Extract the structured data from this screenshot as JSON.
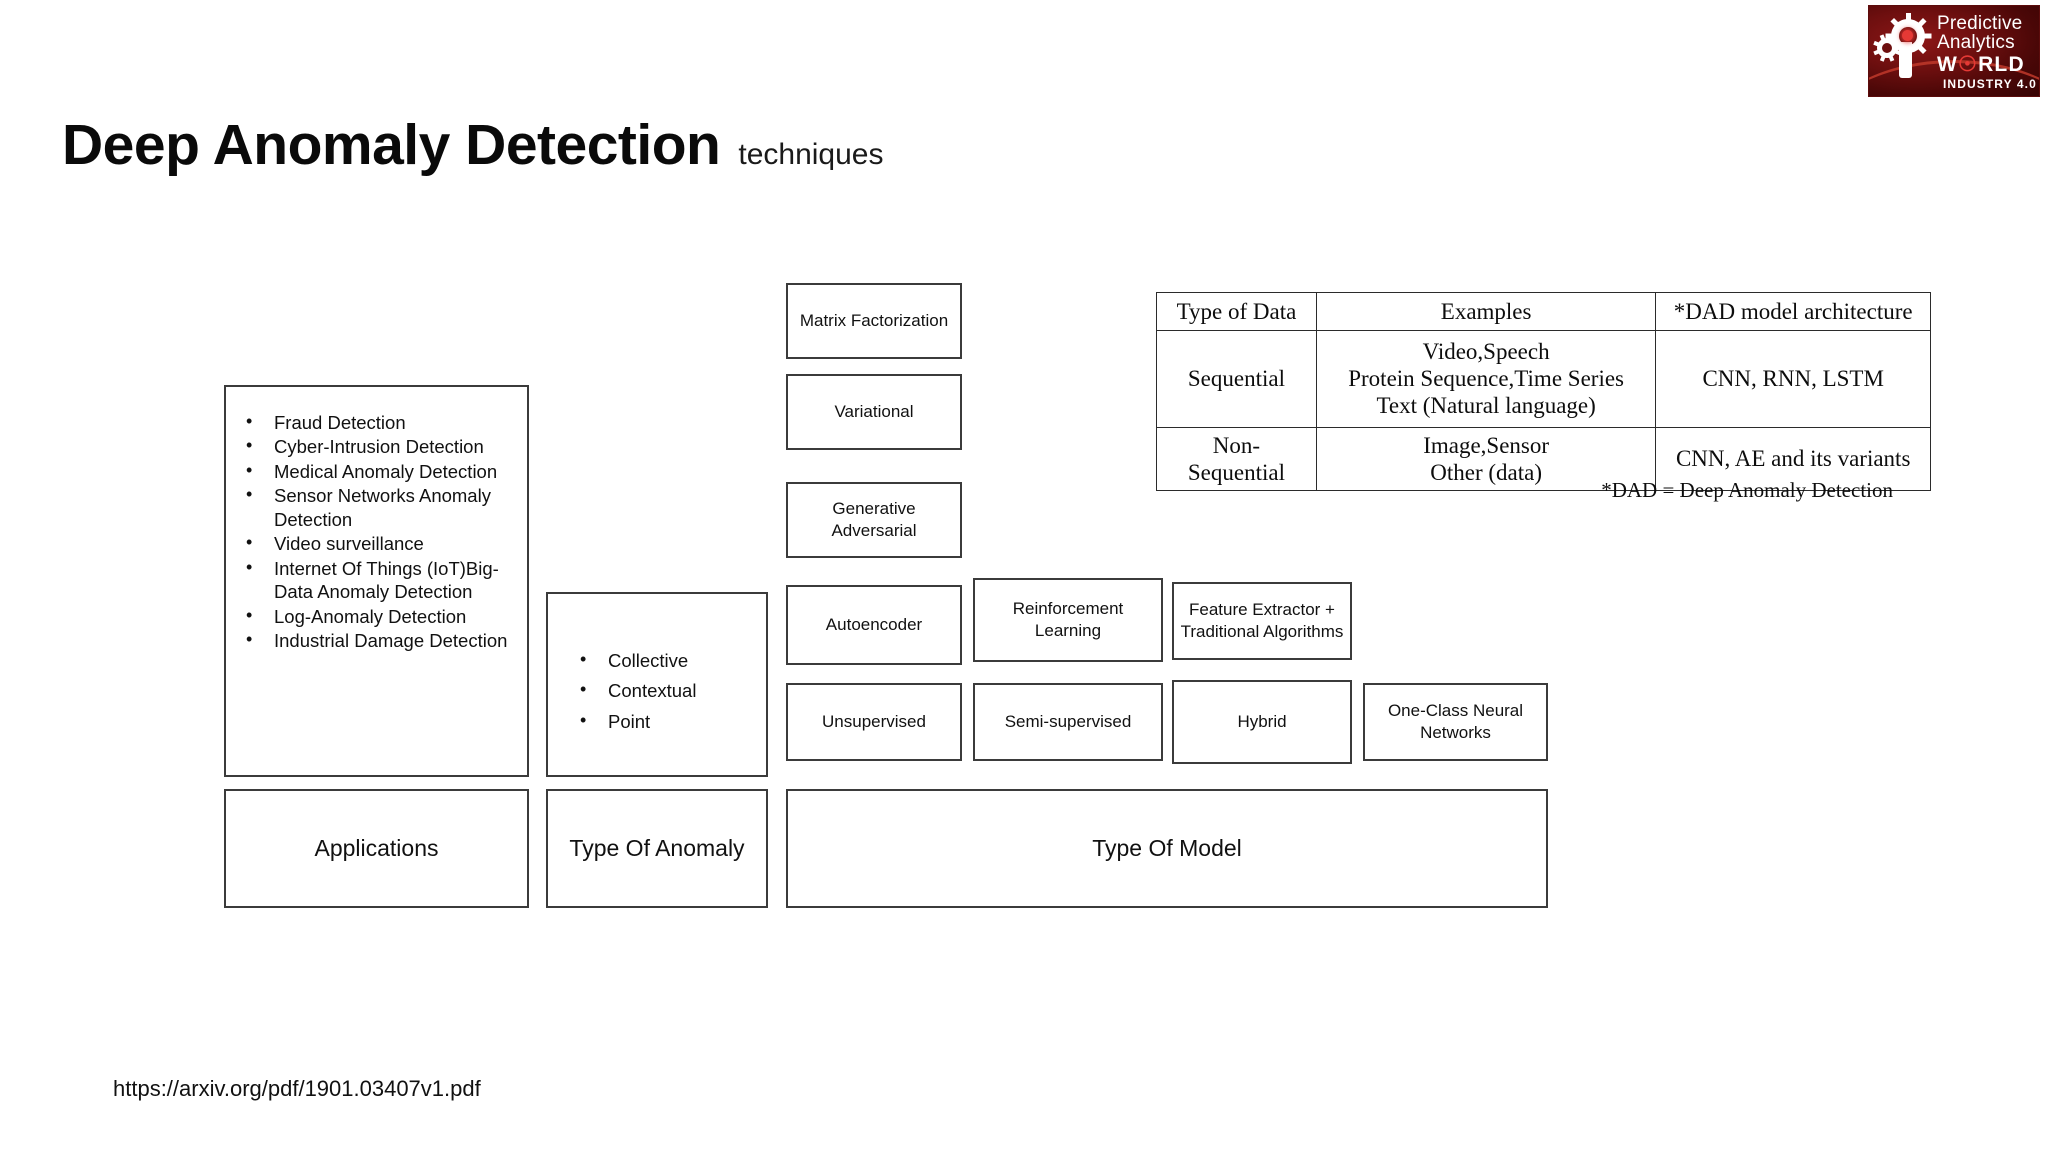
{
  "logo": {
    "line1": "Predictive",
    "line2": "Analytics",
    "line3_pre": "W",
    "line3_o": "☉",
    "line3_post": "RLD",
    "line4": "INDUSTRY 4.0",
    "brand_color": "#6d0f0f",
    "accent_color": "#e53935"
  },
  "title": {
    "main": "Deep Anomaly Detection",
    "sub": "techniques"
  },
  "applications": {
    "heading_label": "Applications",
    "items": [
      "Fraud Detection",
      "Cyber-Intrusion Detection",
      "Medical Anomaly Detection",
      "Sensor Networks Anomaly Detection",
      "Video surveillance",
      "Internet Of Things (IoT)Big- Data  Anomaly Detection",
      "Log-Anomaly Detection",
      "Industrial Damage Detection"
    ]
  },
  "anomaly_type": {
    "heading_label": "Type Of Anomaly",
    "items": [
      "Collective",
      "Contextual",
      "Point"
    ]
  },
  "model_type": {
    "heading_label": "Type Of Model",
    "boxes": [
      "Matrix Factorization",
      "Variational",
      "Generative Adversarial",
      "Autoencoder",
      "Reinforcement Learning",
      "Feature Extractor + Traditional Algorithms",
      "Unsupervised",
      "Semi-supervised",
      "Hybrid",
      "One-Class Neural Networks"
    ]
  },
  "data_table": {
    "headers": [
      "Type of Data",
      "Examples",
      "*DAD model architecture"
    ],
    "rows": [
      {
        "type": "Sequential",
        "examples": "Video,Speech\nProtein Sequence,Time Series\nText (Natural language)",
        "architecture": "CNN, RNN, LSTM"
      },
      {
        "type": "Non-\nSequential",
        "examples": "Image,Sensor\nOther (data)",
        "architecture": "CNN, AE and its variants"
      }
    ],
    "footnote": "*DAD = Deep Anomaly Detection"
  },
  "source": {
    "url": "https://arxiv.org/pdf/1901.03407v1.pdf"
  }
}
